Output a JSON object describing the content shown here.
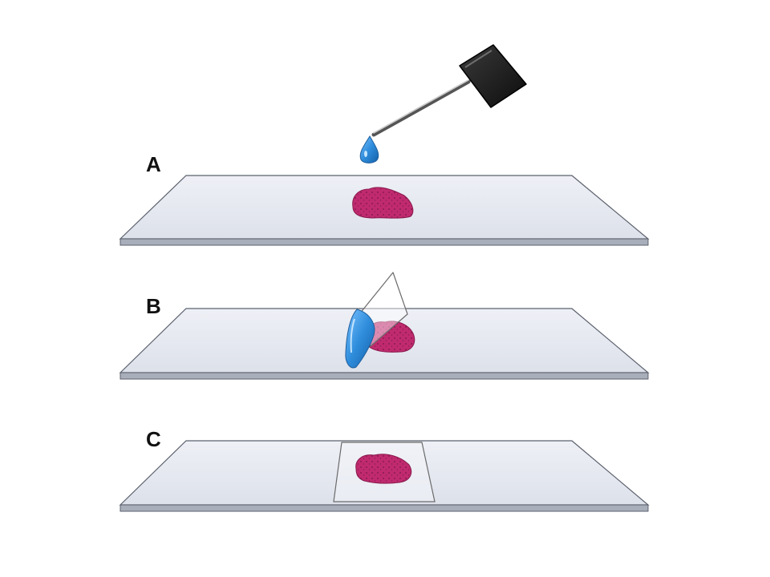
{
  "steps": [
    {
      "label": "A",
      "description_visible": false
    },
    {
      "label": "B",
      "description_visible": false
    },
    {
      "label": "C",
      "description_visible": false
    }
  ],
  "colors": {
    "slide_top": "#e6e9f1",
    "slide_edge": "#9aa0ad",
    "slide_outline": "#555a66",
    "specimen": "#c02a6e",
    "specimen_dots": "#5a0f35",
    "water": "#2f8ddc",
    "water_highlight": "#bfe2ff",
    "dropper_bulb": "#1a1a1a",
    "dropper_tube": "#6b6b6b",
    "coverslip_outline": "#6a6a6a"
  },
  "icons": {
    "dropper": "dropper-icon",
    "water_drop": "water-drop-icon",
    "coverslip": "coverslip-icon",
    "specimen": "specimen-icon"
  }
}
